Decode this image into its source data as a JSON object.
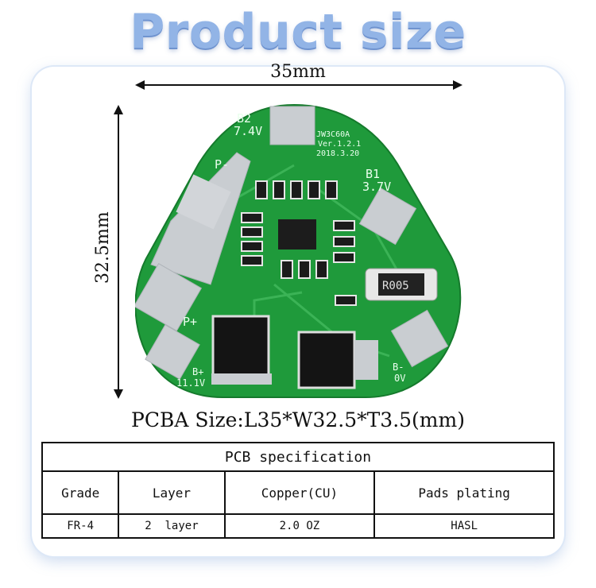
{
  "title": "Product size",
  "dimensions": {
    "width_label": "35mm",
    "height_label": "32.5mm"
  },
  "pcb_silkscreen": {
    "b2": "B2",
    "b2_voltage": "7.4V",
    "model": "JW3C60A",
    "version": "Ver.1.2.1",
    "date": "2018.3.20",
    "b1": "B1",
    "b1_voltage": "3.7V",
    "p_minus": "P-",
    "p_plus": "P+",
    "b_plus": "B+",
    "b_plus_voltage": "11.1V",
    "b_minus": "B-",
    "b_minus_voltage": "0V",
    "resistor_code": "R005"
  },
  "caption": "PCBA Size:L35*W32.5*T3.5(mm)",
  "spec_table": {
    "title": "PCB specification",
    "headers": [
      "Grade",
      "Layer",
      "Copper(CU)",
      "Pads plating"
    ],
    "values": [
      "FR-4",
      "2  layer",
      "2.0 OZ",
      "HASL"
    ]
  },
  "colors": {
    "title": "#92b4e6",
    "pcb_green": "#1f9a3b",
    "pad_silver": "#c9cdd1"
  }
}
